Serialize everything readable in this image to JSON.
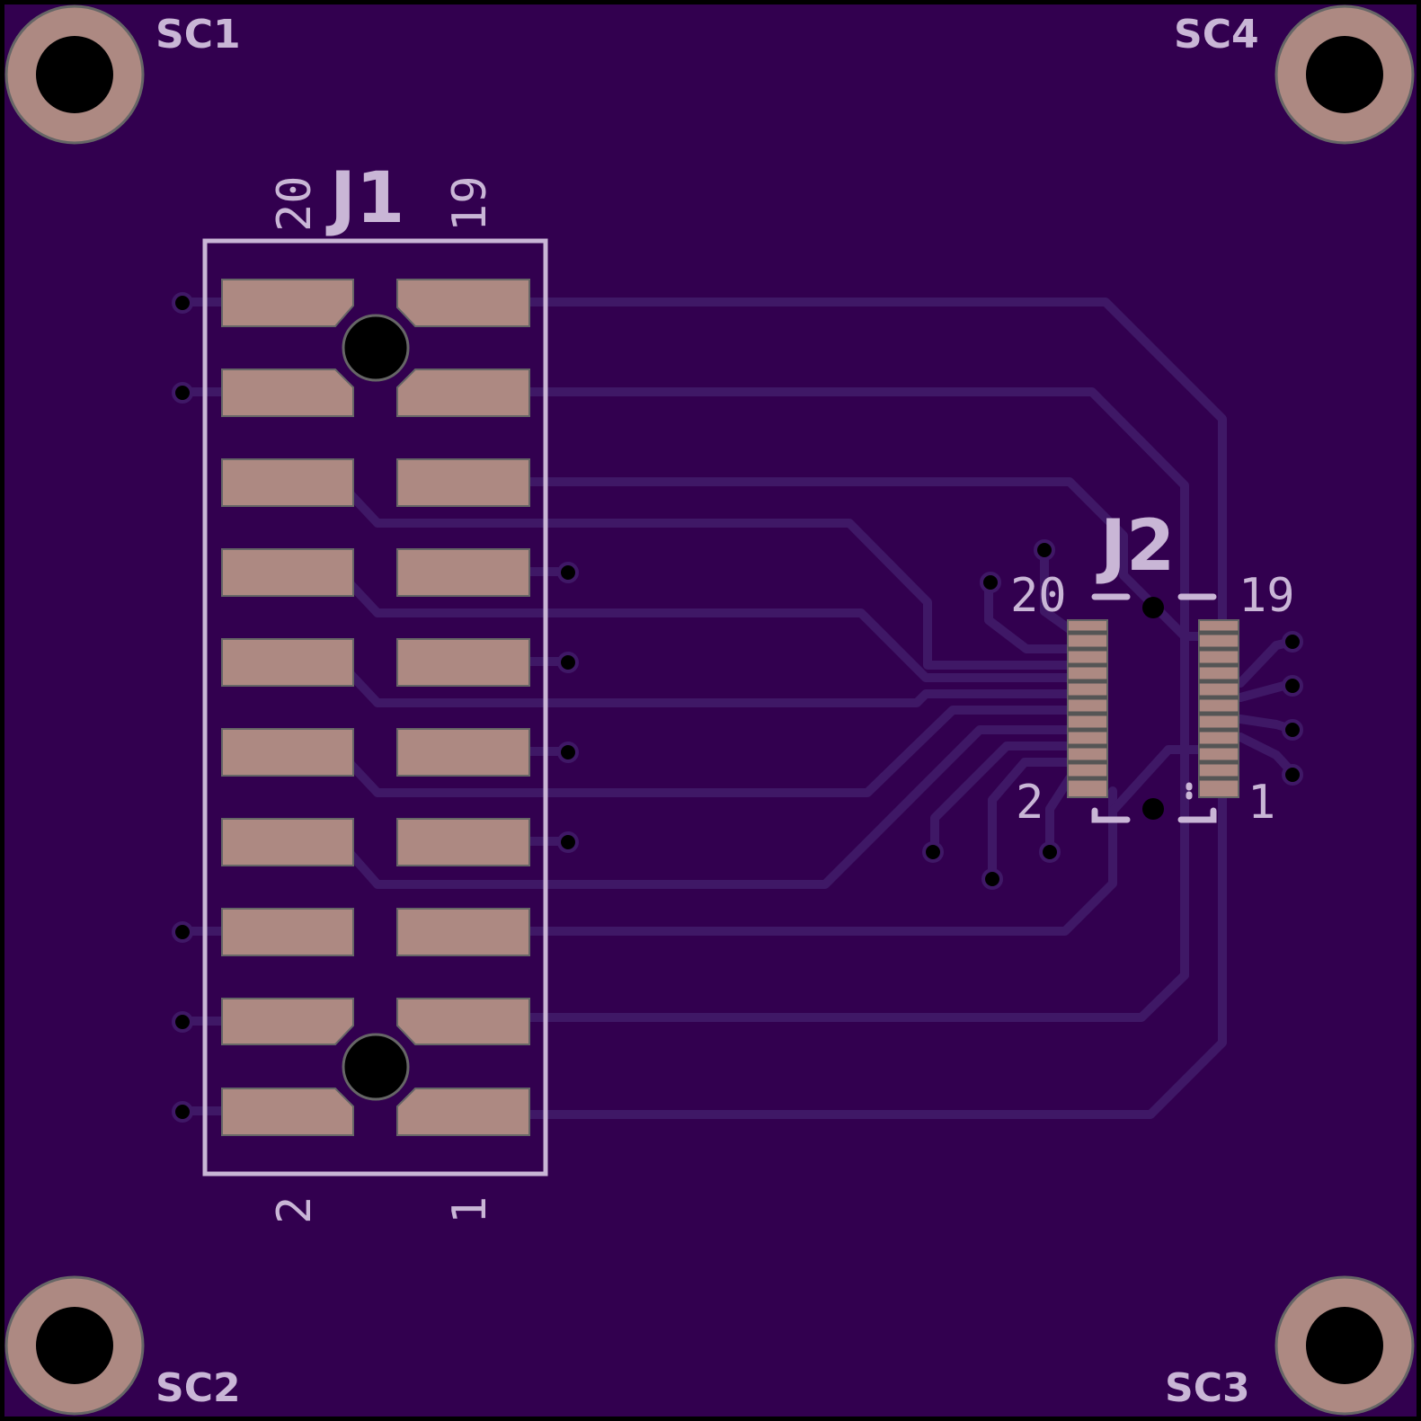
{
  "board": {
    "colors": {
      "substrate": "#32004f",
      "edge": "#000000",
      "trace": "#3f1866",
      "copper": "#ad8982",
      "silkscreen": "#c9b6d6",
      "drill": "#000000"
    }
  },
  "mounting_holes": [
    "SC1",
    "SC2",
    "SC3",
    "SC4"
  ],
  "connectors": {
    "j1": {
      "designator": "J1",
      "pin_top_left": "20",
      "pin_top_right": "19",
      "pin_bottom_left": "2",
      "pin_bottom_right": "1"
    },
    "j2": {
      "designator": "J2",
      "pin_top_left": "20",
      "pin_top_right": "19",
      "pin_bottom_left": "2",
      "pin_bottom_right": "1"
    }
  }
}
